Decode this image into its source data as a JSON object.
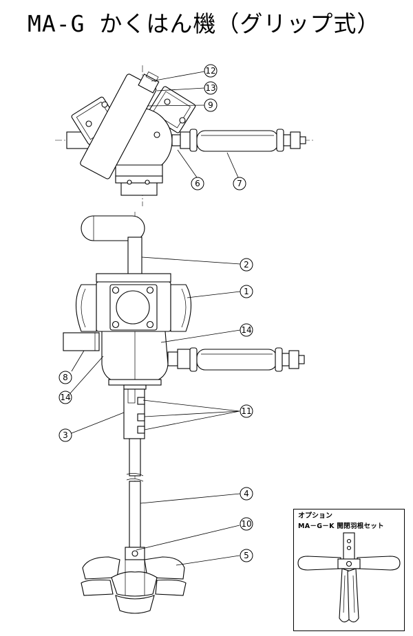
{
  "title": "MA-G かくはん機（グリップ式）",
  "callouts": {
    "c1": "1",
    "c2": "2",
    "c3": "3",
    "c4": "4",
    "c5": "5",
    "c6": "6",
    "c7": "7",
    "c8": "8",
    "c9": "9",
    "c10": "10",
    "c11": "11",
    "c12": "12",
    "c13": "13",
    "c14a": "14",
    "c14b": "14"
  },
  "option": {
    "label": "オプション",
    "model": "MA－G－K 開閉羽根セット"
  }
}
